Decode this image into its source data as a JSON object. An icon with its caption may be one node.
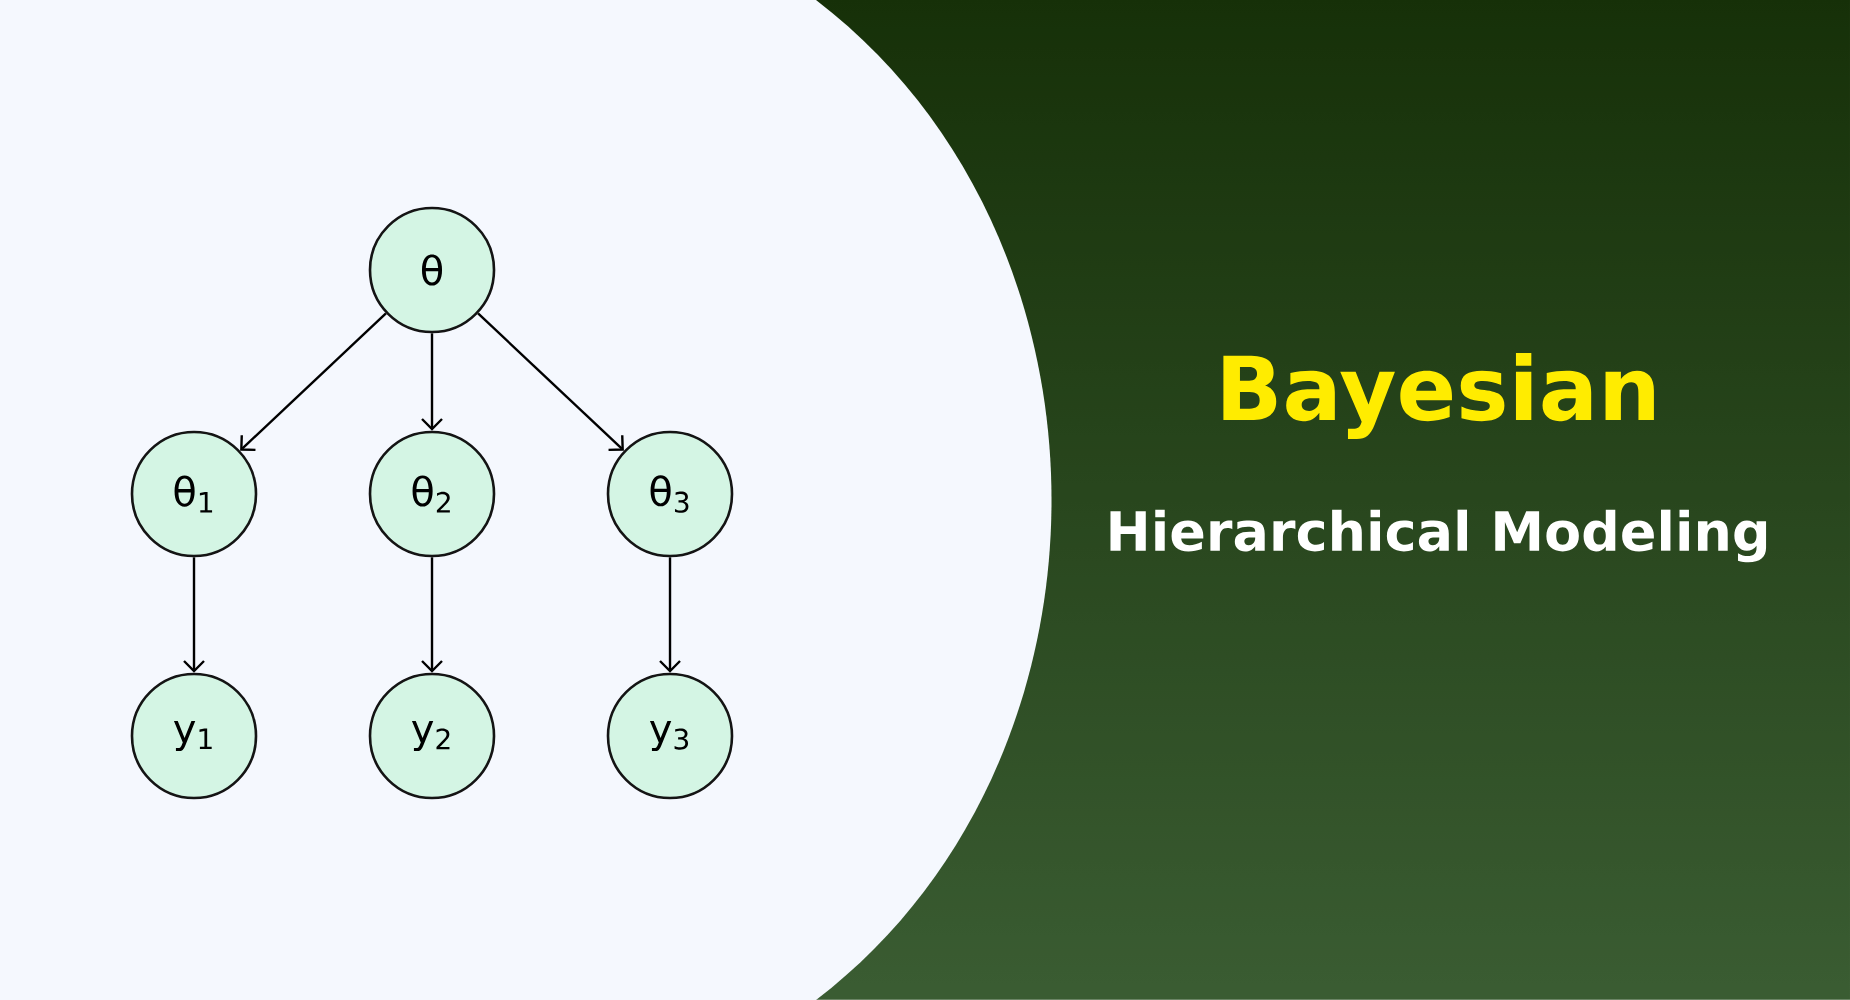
{
  "diagram": {
    "title": "Bayesian",
    "nodes": [
      {
        "text": [
          "θ"
        ]
      },
      {
        "text": [
          "θ$_{1}$"
        ]
      },
      {
        "text": [
          "θ$_{2}$"
        ]
      },
      {
        "text": [
          "θ$_{3}$"
        ]
      },
      {
        "text": [
          "y$_{1}$"
        ]
      },
      {
        "text": [
          "y$_{2}$"
        ]
      },
      {
        "text": [
          "y$_{3}$"
        ]
      }
    ],
    "edges": [
      {
        "from": 0,
        "to": 1,
        "arrow": "to"
      },
      {
        "from": 0,
        "to": 2,
        "arrow": "to"
      },
      {
        "from": 0,
        "to": 3,
        "arrow": "to"
      },
      {
        "from": 1,
        "to": 4,
        "arrow": "to"
      },
      {
        "from": 2,
        "to": 5,
        "arrow": "to"
      },
      {
        "from": 3,
        "to": 6,
        "arrow": "to"
      }
    ],
    "labels": [
      "Hierarchical Modeling"
    ]
  }
}
